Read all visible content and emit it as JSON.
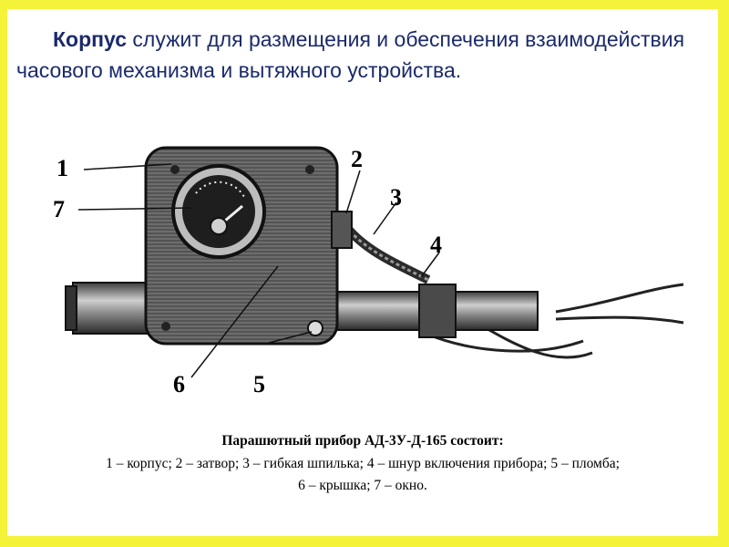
{
  "heading": {
    "bold": "Корпус",
    "rest": " служит для размещения и обеспечения взаимодействия часового механизма и вытяжного устройства."
  },
  "callouts": [
    "1",
    "2",
    "3",
    "4",
    "5",
    "6",
    "7"
  ],
  "caption": {
    "title": "Парашютный прибор АД-3У-Д-165 состоит:",
    "line1": "1 – корпус; 2 – затвор; 3 – гибкая шпилька; 4 – шнур включения прибора;  5 – пломба;",
    "line2": "6 – крышка; 7 – окно."
  },
  "colors": {
    "slide_bg": "#f5f23a",
    "heading_text": "#1b2a6b"
  }
}
